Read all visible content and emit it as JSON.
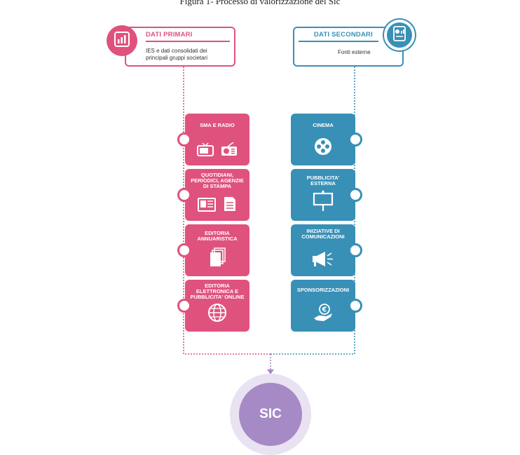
{
  "caption": "Figura 1- Processo di valorizzazione del Sic",
  "colors": {
    "primary": "#e0527e",
    "secondary": "#3990b6",
    "sic": "#a58ac6"
  },
  "primary_box": {
    "title": "DATI PRIMARI",
    "description": "IES e dati consolidati dei principali gruppi societari",
    "icon": "bar-chart-icon"
  },
  "secondary_box": {
    "title": "DATI SECONDARI",
    "description": "Fonti esterne",
    "icon": "report-document-icon"
  },
  "primary_cards": [
    {
      "label": "SMA E RADIO",
      "icon": "tv-radio-icon"
    },
    {
      "label": "QUOTIDIANI, PERIODICI, AGENZIE DI STAMPA",
      "icon": "newspaper-icon"
    },
    {
      "label": "EDITORIA ANNUARISTICA",
      "icon": "books-icon"
    },
    {
      "label": "EDITORIA ELETTRONICA E PUBBLICITA' ONLINE",
      "icon": "globe-icon"
    }
  ],
  "secondary_cards": [
    {
      "label": "CINEMA",
      "icon": "film-reel-icon"
    },
    {
      "label": "PUBBLICITA' ESTERNA",
      "icon": "billboard-icon"
    },
    {
      "label": "INIZIATIVE DI COMUNICAZIONI",
      "icon": "megaphone-icon"
    },
    {
      "label": "SPONSORIZZAZIONI",
      "icon": "euro-hand-icon"
    }
  ],
  "result": {
    "label": "SIC"
  }
}
